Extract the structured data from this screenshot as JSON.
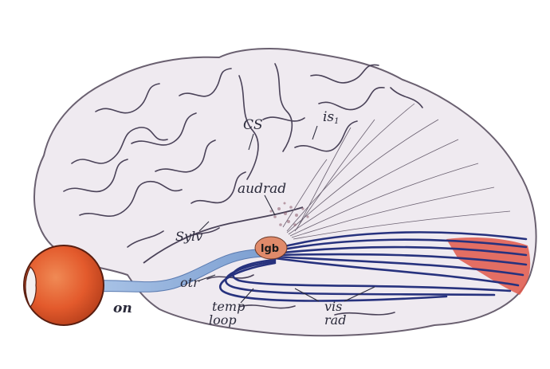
{
  "labels": {
    "cs": "CS",
    "is": "is",
    "is_sub": "1",
    "audrad": "audrad",
    "sylv": "Sylv",
    "lgb": "lgb",
    "otr": "otr",
    "on": "on",
    "temp_line1": "temp",
    "temp_line2": "loop",
    "vis_line1": "vis",
    "vis_line2": "rad"
  },
  "colors": {
    "background": "#ffffff",
    "brain_fill": "#efeaf0",
    "brain_outline": "#6a6070",
    "sulci": "#4a4258",
    "optic_nerve": "#8fb0da",
    "optic_radiation": "#27327e",
    "eye": "#e35a2c",
    "visual_cortex": "#e0584a",
    "lgb_body": "#e08a6a"
  }
}
